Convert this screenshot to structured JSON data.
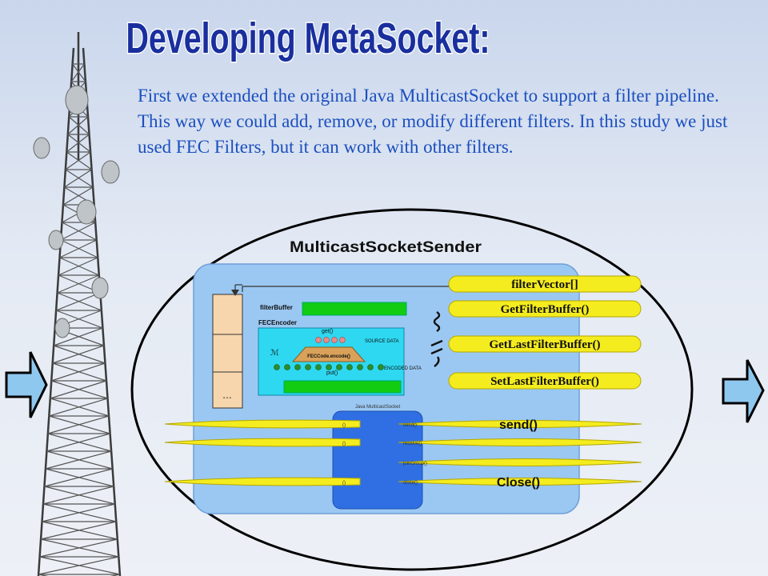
{
  "slide": {
    "title": "Developing MetaSocket:",
    "body": "First we extended the original Java MulticastSocket to support a filter pipeline. This way we could add, remove, or modify different filters. In this study we just used FEC Filters, but it can work with other filters."
  },
  "diagram": {
    "title": "MulticastSocketSender",
    "filter_buffer_label": "filterBuffer",
    "fec_encoder_label": "FECEncoder",
    "get_label": "get()",
    "put_label": "put()",
    "source_data_label": "SOURCE DATA",
    "encoded_data_label": "ENCODED DATA",
    "encode_label": "FECCode.encode()",
    "ellipsis": "...",
    "java_socket_label": "Java MulticastSocket",
    "methods": [
      "filterVector[]",
      "GetFilterBuffer()",
      "GetLastFilterBuffer()",
      "SetLastFilterBuffer()"
    ],
    "send_label": "send()",
    "close_label": "Close()",
    "inner_calls": [
      "send()",
      "receive()",
      "joinGroup()",
      "close()"
    ],
    "left_calls": [
      "()",
      "()",
      "()"
    ]
  },
  "colors": {
    "title": "#1a2f9e",
    "body_text": "#1b4fbf",
    "pill": "#f4ec1e",
    "panel": "#9bc8f2"
  }
}
